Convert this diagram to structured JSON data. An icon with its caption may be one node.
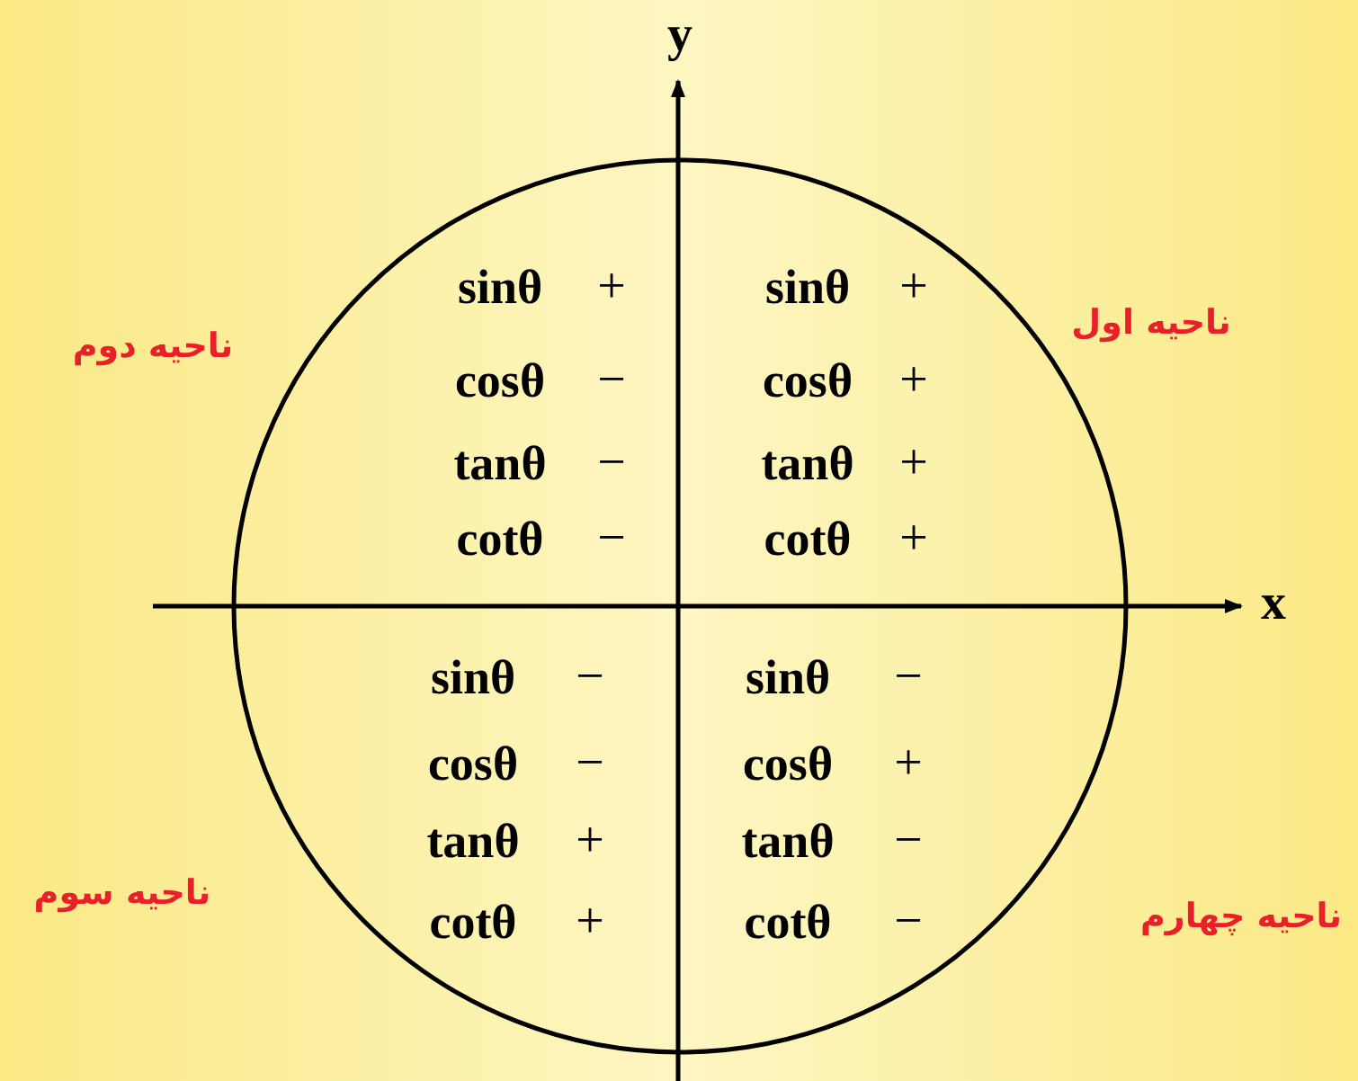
{
  "diagram": {
    "labels": [
      "y",
      "ناحیه دوم",
      "ناحیه اول",
      "sinθ",
      "+",
      "sinθ",
      "+",
      "cosθ",
      "−",
      "cosθ",
      "+",
      "tanθ",
      "−",
      "tanθ",
      "+",
      "cotθ",
      "−",
      "cotθ",
      "+",
      "x",
      "sinθ",
      "−",
      "sinθ",
      "−",
      "cosθ",
      "−",
      "cosθ",
      "+",
      "tanθ",
      "+",
      "tanθ",
      "−",
      "cotθ",
      "+",
      "cotθ",
      "−",
      "ناحیه سوم",
      "ناحیه چهارم"
    ]
  }
}
